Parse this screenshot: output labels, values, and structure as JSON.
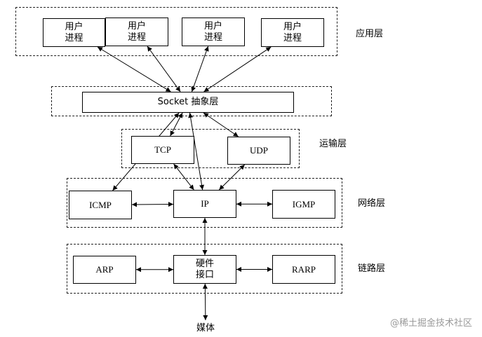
{
  "diagram": {
    "app_processes": [
      "用户\n进程",
      "用户\n进程",
      "用户\n进程",
      "用户\n进程"
    ],
    "socket": "Socket 抽象层",
    "tcp": "TCP",
    "udp": "UDP",
    "icmp": "ICMP",
    "ip": "IP",
    "igmp": "IGMP",
    "arp": "ARP",
    "hw_interface": "硬件\n接口",
    "rarp": "RARP",
    "media": "媒体",
    "layers": {
      "application": "应用层",
      "transport": "运输层",
      "network": "网络层",
      "link": "链路层"
    },
    "edges": [
      [
        "proc-1",
        "socket",
        "both"
      ],
      [
        "proc-2",
        "socket",
        "both"
      ],
      [
        "proc-3",
        "socket",
        "both"
      ],
      [
        "proc-4",
        "socket",
        "both"
      ],
      [
        "socket",
        "tcp",
        "both"
      ],
      [
        "socket",
        "udp",
        "both"
      ],
      [
        "socket",
        "icmp",
        "both"
      ],
      [
        "socket",
        "ip",
        "both"
      ],
      [
        "tcp",
        "ip",
        "both"
      ],
      [
        "udp",
        "ip",
        "both"
      ],
      [
        "icmp",
        "ip",
        "both"
      ],
      [
        "ip",
        "igmp",
        "both"
      ],
      [
        "ip",
        "hw",
        "both"
      ],
      [
        "arp",
        "hw",
        "both"
      ],
      [
        "hw",
        "rarp",
        "both"
      ],
      [
        "hw",
        "media",
        "both"
      ]
    ]
  },
  "watermark": "@稀土掘金技术社区"
}
